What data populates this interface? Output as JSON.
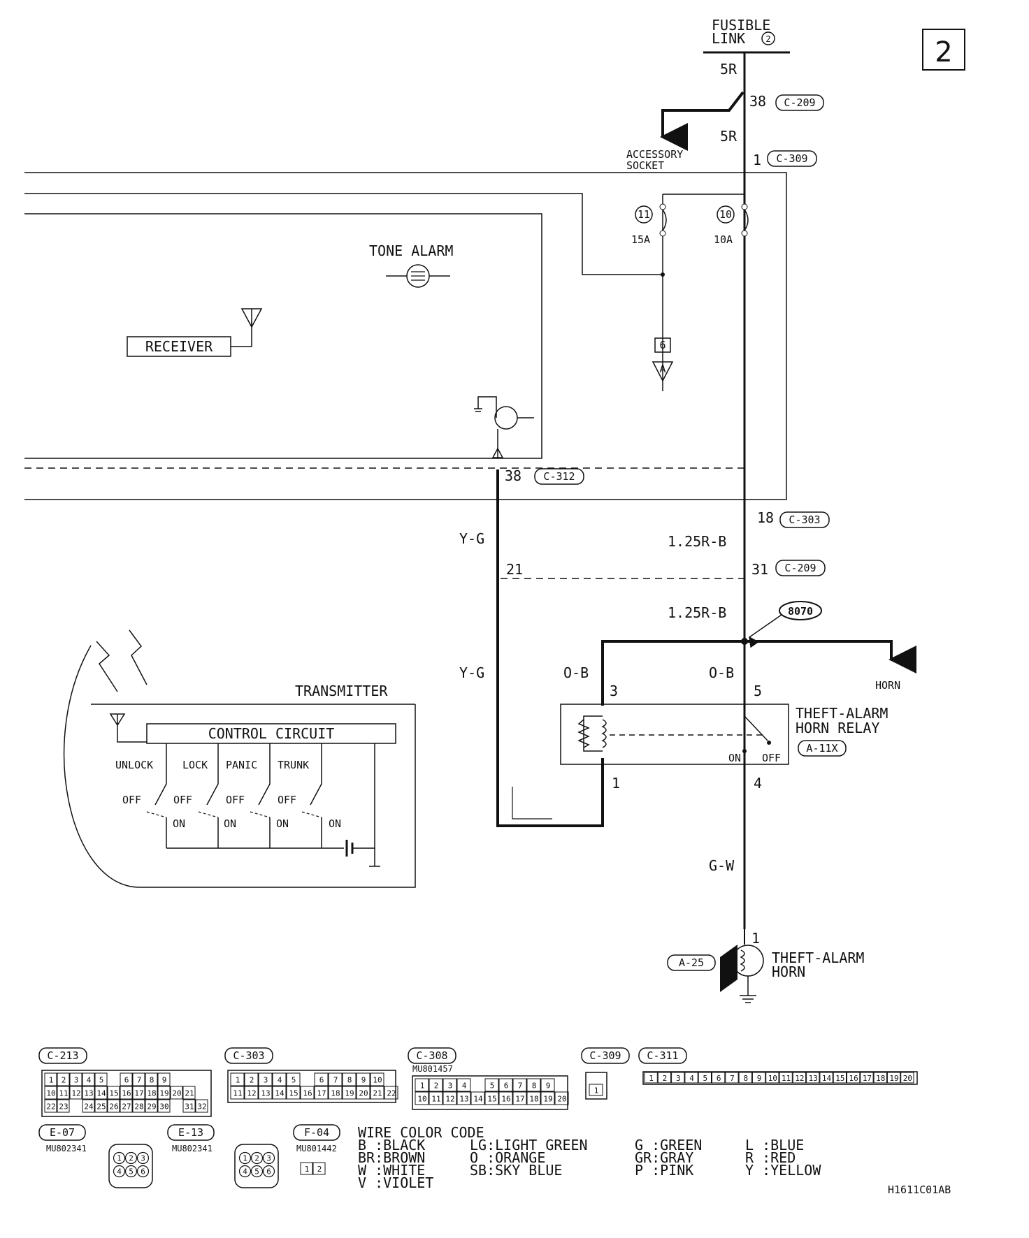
{
  "page_number": "2",
  "diagram_code": "H1611C01AB",
  "fusible_link": {
    "line1": "FUSIBLE",
    "line2": "LINK",
    "number": "2"
  },
  "wires": {
    "w5r_top": "5R",
    "w5r_mid": "5R",
    "yg_upper": "Y-G",
    "yg_lower": "Y-G",
    "r125b_upper": "1.25R-B",
    "r125b_lower": "1.25R-B",
    "ob_left": "O-B",
    "ob_right": "O-B",
    "gw": "G-W"
  },
  "connectors": {
    "c209_top": {
      "pin": "38",
      "id": "C-209"
    },
    "c309": {
      "pin": "1",
      "id": "C-309"
    },
    "c312": {
      "pin": "38",
      "id": "C-312"
    },
    "c303": {
      "pin": "18",
      "id": "C-303"
    },
    "c209_low": {
      "pin": "31",
      "id": "C-209"
    },
    "c209_left_pin": "21",
    "a11x": "A-11X",
    "a25": "A-25",
    "a25_pin": "1"
  },
  "splice": "8070",
  "accessory_socket": {
    "line1": "ACCESSORY",
    "line2": "SOCKET"
  },
  "fuses": [
    {
      "number": "11",
      "rating": "15A"
    },
    {
      "number": "10",
      "rating": "10A"
    }
  ],
  "ref_box": "6",
  "ref_tri": "A",
  "tone_alarm": "TONE ALARM",
  "receiver": "RECEIVER",
  "transmitter": {
    "title": "TRANSMITTER",
    "circuit": "CONTROL CIRCUIT",
    "buttons": [
      "UNLOCK",
      "LOCK",
      "PANIC",
      "TRUNK"
    ],
    "off": "OFF",
    "on": "ON"
  },
  "horn_label": "HORN",
  "relay": {
    "line1": "THEFT-ALARM",
    "line2": "HORN RELAY",
    "pins": {
      "p3": "3",
      "p5": "5",
      "p1": "1",
      "p4": "4"
    },
    "on": "ON",
    "off": "OFF"
  },
  "horn": {
    "line1": "THEFT-ALARM",
    "line2": "HORN"
  },
  "connector_views": [
    {
      "id": "C-213",
      "rows": [
        [
          "1",
          "2",
          "3",
          "4",
          "5",
          "",
          "6",
          "7",
          "8",
          "9"
        ],
        [
          "10",
          "11",
          "12",
          "13",
          "14",
          "15",
          "16",
          "17",
          "18",
          "19",
          "20",
          "21"
        ],
        [
          "22",
          "23",
          "",
          "24",
          "25",
          "26",
          "27",
          "28",
          "29",
          "30",
          "",
          "31",
          "32"
        ]
      ]
    },
    {
      "id": "C-303",
      "rows": [
        [
          "1",
          "2",
          "3",
          "4",
          "5",
          "",
          "6",
          "7",
          "8",
          "9",
          "10"
        ],
        [
          "11",
          "12",
          "13",
          "14",
          "15",
          "16",
          "17",
          "18",
          "19",
          "20",
          "21",
          "22"
        ]
      ]
    },
    {
      "id": "C-308",
      "part": "MU801457",
      "rows": [
        [
          "1",
          "2",
          "3",
          "4",
          "",
          "5",
          "6",
          "7",
          "8",
          "9"
        ],
        [
          "10",
          "11",
          "12",
          "13",
          "14",
          "15",
          "16",
          "17",
          "18",
          "19",
          "20"
        ]
      ]
    },
    {
      "id": "C-309",
      "rows": [
        [
          "1"
        ]
      ]
    },
    {
      "id": "C-311",
      "rows": [
        [
          "1",
          "2",
          "3",
          "4",
          "5",
          "6",
          "7",
          "8",
          "9",
          "10",
          "11",
          "12",
          "13",
          "14",
          "15",
          "16",
          "17",
          "18",
          "19",
          "20"
        ]
      ]
    },
    {
      "id": "E-07",
      "part": "MU802341",
      "rows": [
        [
          "1",
          "2",
          "3"
        ],
        [
          "4",
          "5",
          "6"
        ]
      ]
    },
    {
      "id": "E-13",
      "part": "MU802341",
      "rows": [
        [
          "1",
          "2",
          "3"
        ],
        [
          "4",
          "5",
          "6"
        ]
      ]
    },
    {
      "id": "F-04",
      "part": "MU801442",
      "rows": [
        [
          "1",
          "2"
        ]
      ]
    }
  ],
  "color_code": {
    "title": "WIRE COLOR CODE",
    "columns": [
      [
        "B :BLACK",
        "BR:BROWN",
        "W :WHITE",
        "V :VIOLET"
      ],
      [
        "LG:LIGHT GREEN",
        "O :ORANGE",
        "SB:SKY BLUE"
      ],
      [
        "G :GREEN",
        "GR:GRAY",
        "P :PINK"
      ],
      [
        "L :BLUE",
        "R :RED",
        "Y :YELLOW"
      ]
    ]
  }
}
